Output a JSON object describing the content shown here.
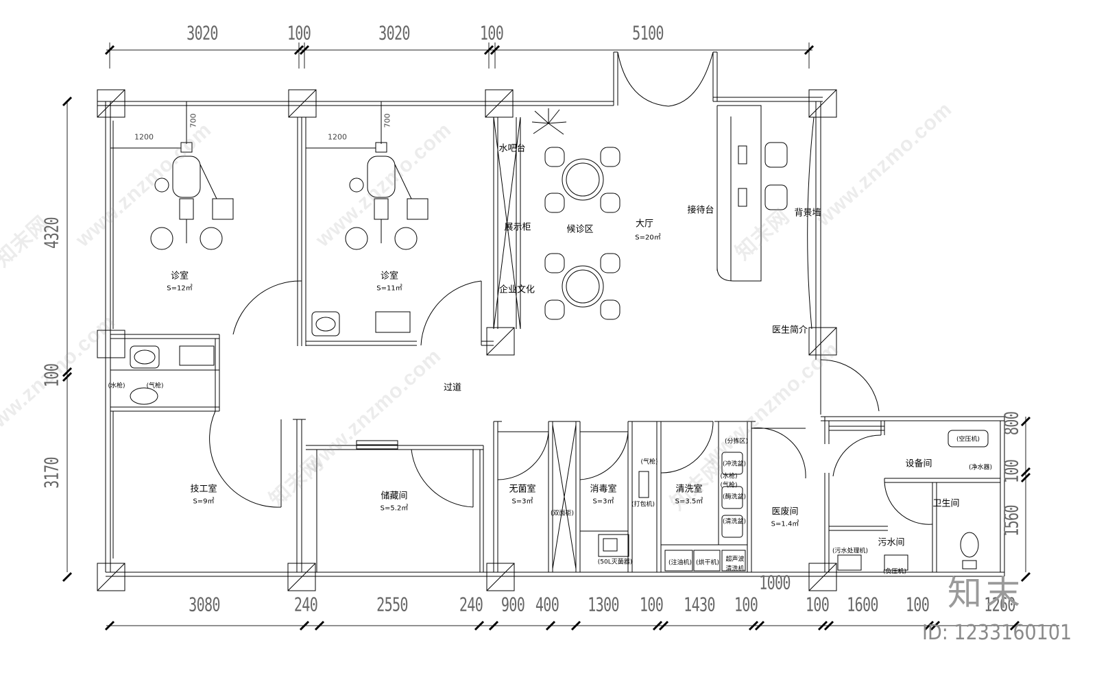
{
  "rooms": {
    "clinic1": {
      "name": "诊室",
      "area": "S=12㎡"
    },
    "clinic2": {
      "name": "诊室",
      "area": "S=11㎡"
    },
    "tech": {
      "name": "技工室",
      "area": "S=9㎡"
    },
    "storage": {
      "name": "储藏间",
      "area": "S=5.2㎡"
    },
    "sterile": {
      "name": "无菌室",
      "area": "S=3㎡"
    },
    "disinfect": {
      "name": "消毒室",
      "area": "S=3㎡"
    },
    "cleaning": {
      "name": "清洗室",
      "area": "S=3.5㎡"
    },
    "medwaste": {
      "name": "医废间",
      "area": "S=1.4㎡"
    },
    "hall": {
      "name": "大厅",
      "area": "S=20㎡"
    },
    "waiting": {
      "name": "候诊区"
    },
    "equipment": {
      "name": "设备间"
    },
    "toilet": {
      "name": "卫生间"
    },
    "sewage": {
      "name": "污水间"
    },
    "corridor": {
      "name": "过道"
    }
  },
  "labels": {
    "water_bar": "水吧台",
    "display_cabinet": "展示柜",
    "corporate_culture": "企业文化",
    "reception": "接待台",
    "background_wall": "背景墙",
    "doctor_intro": "医生简介",
    "water_gun": "(水枪)",
    "air_gun": "(气枪)",
    "air_gun2": "(气枪)",
    "packing_machine": "(打包机)",
    "double_cabinet": "(双面柜)",
    "sterilizer": "(50L灭菌器)",
    "sort_area": "(分拣区)",
    "rinse_basin": "(冲洗盆)",
    "water_gun2": "(水枪)",
    "air_gun3": "(气枪)",
    "enzyme_basin": "(酶洗盆)",
    "clean_basin": "(清洗盆)",
    "oiler": "(注油机)",
    "dryer": "(烘干机)",
    "ultrasonic1": "超声波",
    "ultrasonic2": "清洗机",
    "compressor": "(空压机)",
    "water_purifier": "(净水器)",
    "sewage_machine": "(污水处理机)",
    "suction_machine": "(负压机)"
  },
  "dimensions": {
    "top": [
      "3020",
      "100",
      "3020",
      "100",
      "5100"
    ],
    "bottom": [
      "3080",
      "240",
      "2550",
      "240",
      "900",
      "400",
      "1300",
      "100",
      "1430",
      "100",
      "1000",
      "100",
      "1600",
      "100",
      "1260"
    ],
    "left": [
      "4320",
      "100",
      "3170"
    ],
    "right": [
      "800",
      "100",
      "1560"
    ],
    "chair_width": "1200",
    "chair_depth": "700"
  },
  "watermarks": [
    "www.znzmo.com",
    "知末网"
  ],
  "brand": "知末",
  "id_text": "ID: 1233160101"
}
